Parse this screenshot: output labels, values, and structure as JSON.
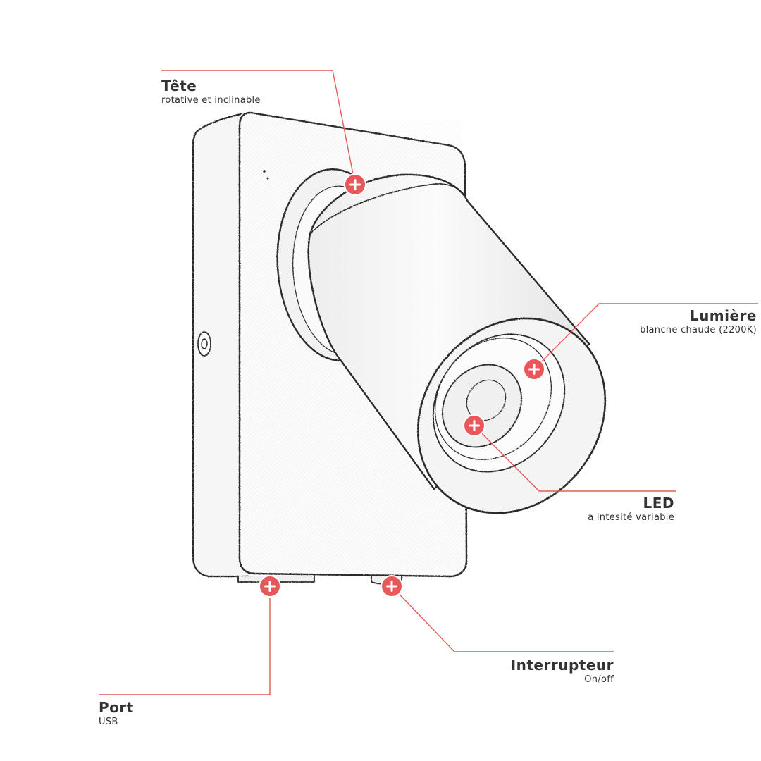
{
  "colors": {
    "accent": "#e8585a",
    "sketch": "#2a2a2a",
    "text": "#333333"
  },
  "icons": {
    "hotspot": "plus-icon"
  },
  "callouts": {
    "tete": {
      "title": "Tête",
      "subtitle": "rotative et inclinable"
    },
    "lumiere": {
      "title": "Lumière",
      "subtitle": "blanche chaude (2200K)"
    },
    "led": {
      "title": "LED",
      "subtitle": "a intesité variable"
    },
    "interrupteur": {
      "title": "Interrupteur",
      "subtitle": "On/off"
    },
    "port": {
      "title": "Port",
      "subtitle": "USB"
    }
  }
}
